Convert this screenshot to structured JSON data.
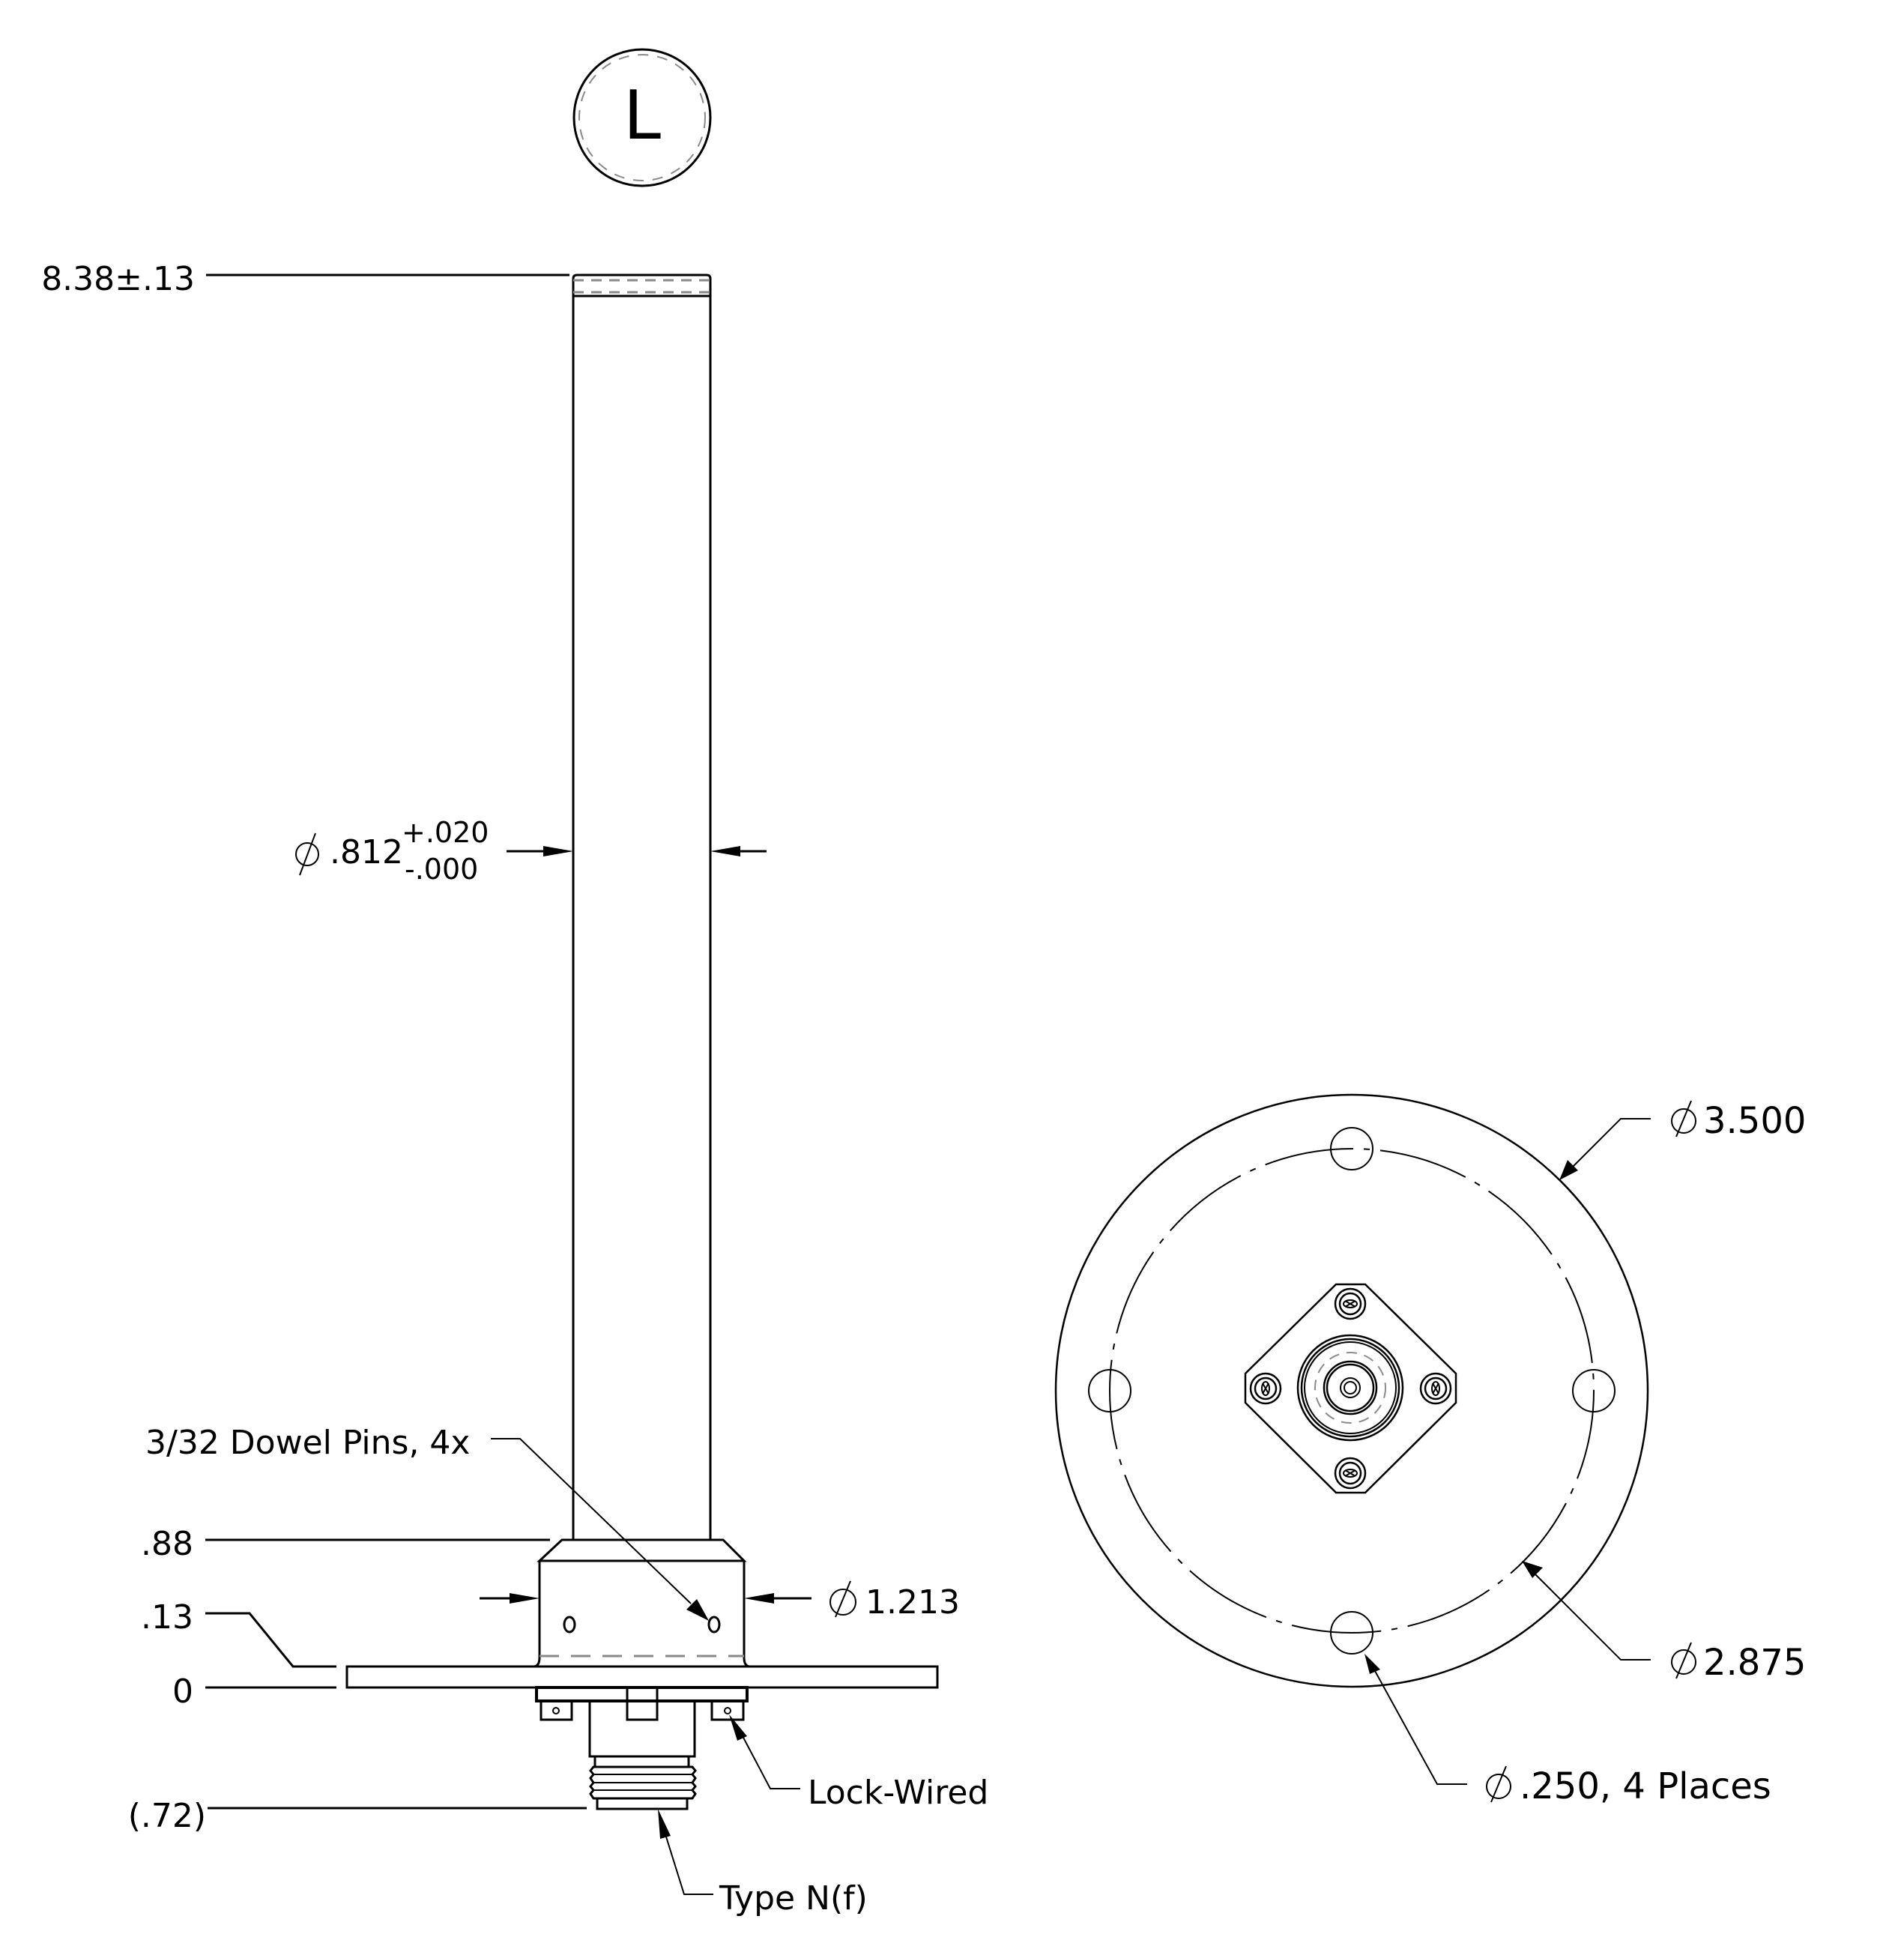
{
  "view_label": {
    "letter": "L"
  },
  "side_view": {
    "height_dims": {
      "top": "8.38±.13",
      "boss_top": ".88",
      "flange_top": ".13",
      "datum": "0",
      "connector_bottom": "(.72)"
    },
    "tube_diameter": {
      "symbol": "⌀",
      "value": ".812",
      "tol_plus": "+.020",
      "tol_minus": "-.000"
    },
    "boss_diameter": {
      "symbol": "⌀",
      "value": "1.213"
    },
    "callouts": {
      "dowel_pins": "3/32 Dowel Pins, 4x",
      "lock_wired": "Lock-Wired",
      "connector": "Type N(f)"
    }
  },
  "bottom_view": {
    "outer_diameter": {
      "symbol": "⌀",
      "value": "3.500"
    },
    "bolt_circle": {
      "symbol": "⌀",
      "value": "2.875"
    },
    "holes": {
      "symbol": "⌀",
      "value": ".250, 4 Places"
    }
  },
  "colors": {
    "line": "#000000",
    "hidden_line": "#8a8a8a",
    "background": "#ffffff"
  }
}
